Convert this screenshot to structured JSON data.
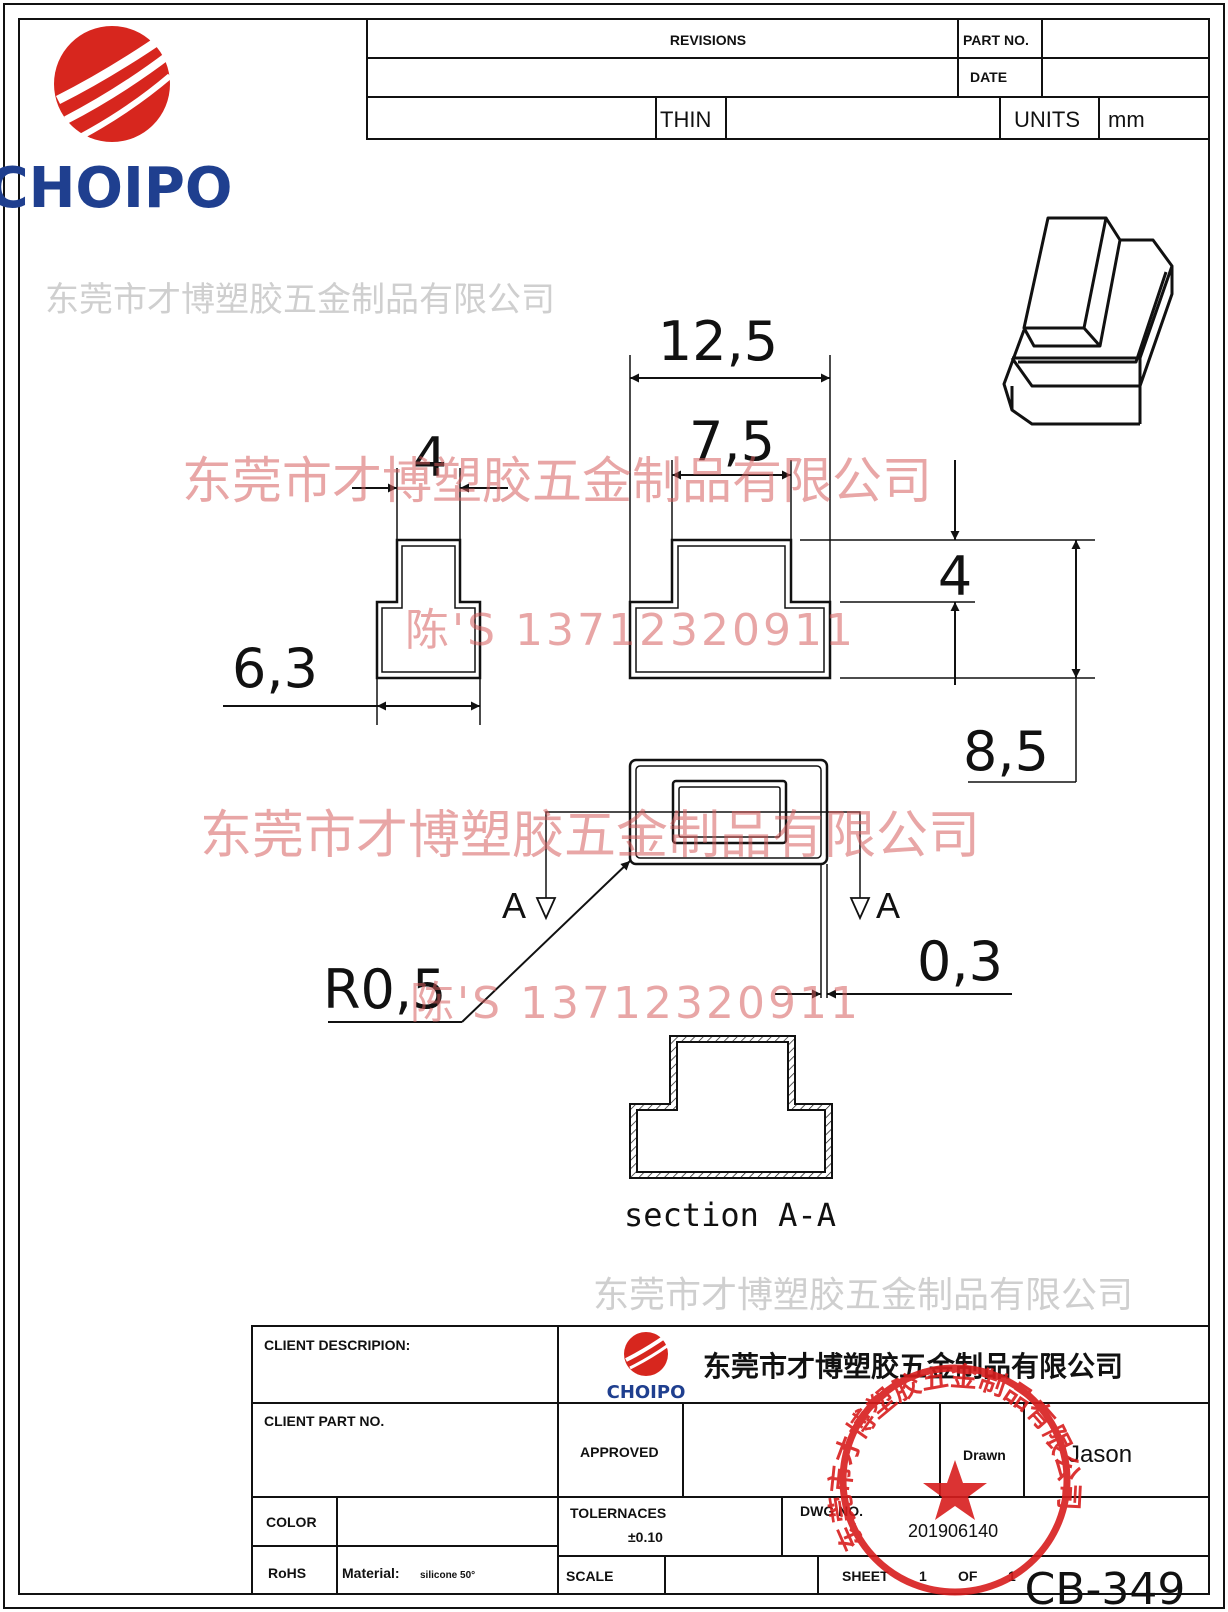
{
  "logo": {
    "text": "CHOIPO",
    "brand_red": "#d7261e",
    "brand_blue": "#1f3f8f"
  },
  "header": {
    "revisions_label": "REVISIONS",
    "part_no_label": "PART NO.",
    "date_label": "DATE",
    "thin_label": "THIN",
    "units_label": "UNITS",
    "units_value": "mm"
  },
  "dimensions": {
    "top_width": "4",
    "side_width": "6,3",
    "overall_width": "12,5",
    "inner_width": "7,5",
    "step_height": "4",
    "overall_height": "8,5",
    "radius": "R0,5",
    "wall": "0,3",
    "section_marker_left": "A",
    "section_marker_right": "A",
    "section_label": "section  A-A"
  },
  "part_code": "CB-349",
  "watermark": {
    "company": "东莞市才博塑胶五金制品有限公司",
    "contact": "陈'S 13712320911"
  },
  "title_block": {
    "client_description_label": "CLIENT  DESCRIPION:",
    "client_part_no_label": "CLIENT  PART  NO.",
    "color_label": "COLOR",
    "rohs_label": "RoHS",
    "material_label": "Material:",
    "material_value": "silicone  50°",
    "company_name": "东莞市才博塑胶五金制品有限公司",
    "company_logo_text": "CHOIPO",
    "approved_label": "APPROVED",
    "drawn_label": "Drawn",
    "drawn_value": "Jason",
    "tolerances_label": "TOLERNACES",
    "tolerances_value": "±0.10",
    "dwg_label": "DWG  NO.",
    "dwg_value": "201906140",
    "scale_label": "SCALE",
    "sheet_label": "SHEET",
    "sheet_num": "1",
    "of_label": "OF",
    "sheet_total": "1",
    "seal_text": "东莞市才博塑胶五金制品有限公司",
    "seal_color": "#d81e1e"
  }
}
